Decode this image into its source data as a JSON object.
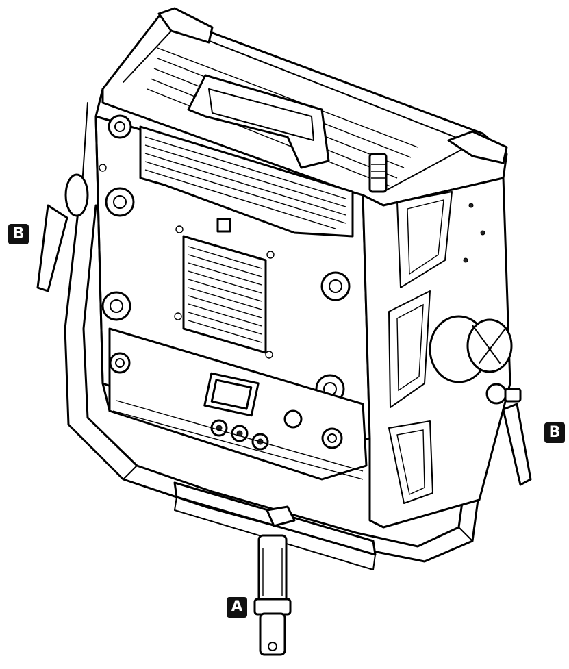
{
  "callouts": {
    "left_handle": "B",
    "right_handle": "B",
    "spigot": "A"
  },
  "colors": {
    "ink": "#000000",
    "paper": "#ffffff",
    "callout_bg": "#111111",
    "callout_text": "#ffffff"
  }
}
